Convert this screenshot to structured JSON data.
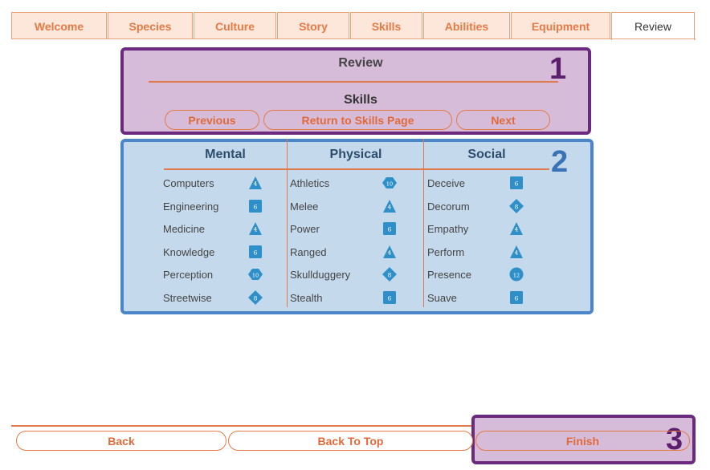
{
  "tabs": [
    "Welcome",
    "Species",
    "Culture",
    "Story",
    "Skills",
    "Abilities",
    "Equipment",
    "Review"
  ],
  "active_tab": "Review",
  "review_panel": {
    "title": "Review",
    "subtitle": "Skills",
    "prev_label": "Previous",
    "return_label": "Return to Skills Page",
    "next_label": "Next",
    "marker": "1"
  },
  "skills_panel": {
    "marker": "2",
    "columns": [
      {
        "heading": "Mental",
        "skills": [
          {
            "name": "Computers",
            "die": "4",
            "shape": "d4"
          },
          {
            "name": "Engineering",
            "die": "6",
            "shape": "d6"
          },
          {
            "name": "Medicine",
            "die": "4",
            "shape": "d4"
          },
          {
            "name": "Knowledge",
            "die": "6",
            "shape": "d6"
          },
          {
            "name": "Perception",
            "die": "10",
            "shape": "d10"
          },
          {
            "name": "Streetwise",
            "die": "8",
            "shape": "d8"
          }
        ]
      },
      {
        "heading": "Physical",
        "skills": [
          {
            "name": "Athletics",
            "die": "10",
            "shape": "d10"
          },
          {
            "name": "Melee",
            "die": "4",
            "shape": "d4"
          },
          {
            "name": "Power",
            "die": "6",
            "shape": "d6"
          },
          {
            "name": "Ranged",
            "die": "4",
            "shape": "d4"
          },
          {
            "name": "Skullduggery",
            "die": "8",
            "shape": "d8"
          },
          {
            "name": "Stealth",
            "die": "6",
            "shape": "d6"
          }
        ]
      },
      {
        "heading": "Social",
        "skills": [
          {
            "name": "Deceive",
            "die": "6",
            "shape": "d6"
          },
          {
            "name": "Decorum",
            "die": "8",
            "shape": "d8"
          },
          {
            "name": "Empathy",
            "die": "4",
            "shape": "d4"
          },
          {
            "name": "Perform",
            "die": "4",
            "shape": "d4"
          },
          {
            "name": "Presence",
            "die": "12",
            "shape": "d12"
          },
          {
            "name": "Suave",
            "die": "6",
            "shape": "d6"
          }
        ]
      }
    ]
  },
  "footer": {
    "back_label": "Back",
    "top_label": "Back To Top",
    "finish_label": "Finish",
    "marker": "3"
  },
  "colors": {
    "accent": "#e67a45",
    "highlight_purple": "#6b2a7e",
    "highlight_blue": "#4a86c8",
    "die_blue": "#2f8fc8"
  }
}
